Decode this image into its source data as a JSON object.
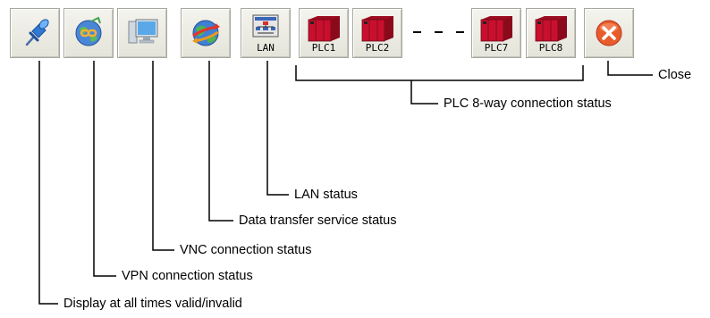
{
  "toolbar": {
    "buttons": [
      {
        "id": "pin",
        "icon": "pushpin-icon",
        "label": ""
      },
      {
        "id": "vpn",
        "icon": "vpn-icon",
        "label": ""
      },
      {
        "id": "vnc",
        "icon": "computer-monitor-icon",
        "label": ""
      },
      {
        "id": "transfer",
        "icon": "globe-transfer-icon",
        "label": ""
      },
      {
        "id": "lan",
        "icon": "lan-icon",
        "label": "LAN"
      },
      {
        "id": "plc1",
        "icon": "plc-icon",
        "label": "PLC1"
      },
      {
        "id": "plc2",
        "icon": "plc-icon",
        "label": "PLC2"
      },
      {
        "id": "plc7",
        "icon": "plc-icon",
        "label": "PLC7"
      },
      {
        "id": "plc8",
        "icon": "plc-icon",
        "label": "PLC8"
      },
      {
        "id": "close",
        "icon": "close-icon",
        "label": ""
      }
    ]
  },
  "callouts": {
    "close": "Close",
    "plc": "PLC 8-way connection status",
    "lan": "LAN status",
    "transfer": "Data transfer service status",
    "vnc": "VNC connection status",
    "vpn": "VPN connection status",
    "pin": "Display at all times valid/invalid"
  },
  "colors": {
    "button_face": "#e9e9e0",
    "plc_red": "#c8102e",
    "close_orange": "#e85c2c"
  }
}
